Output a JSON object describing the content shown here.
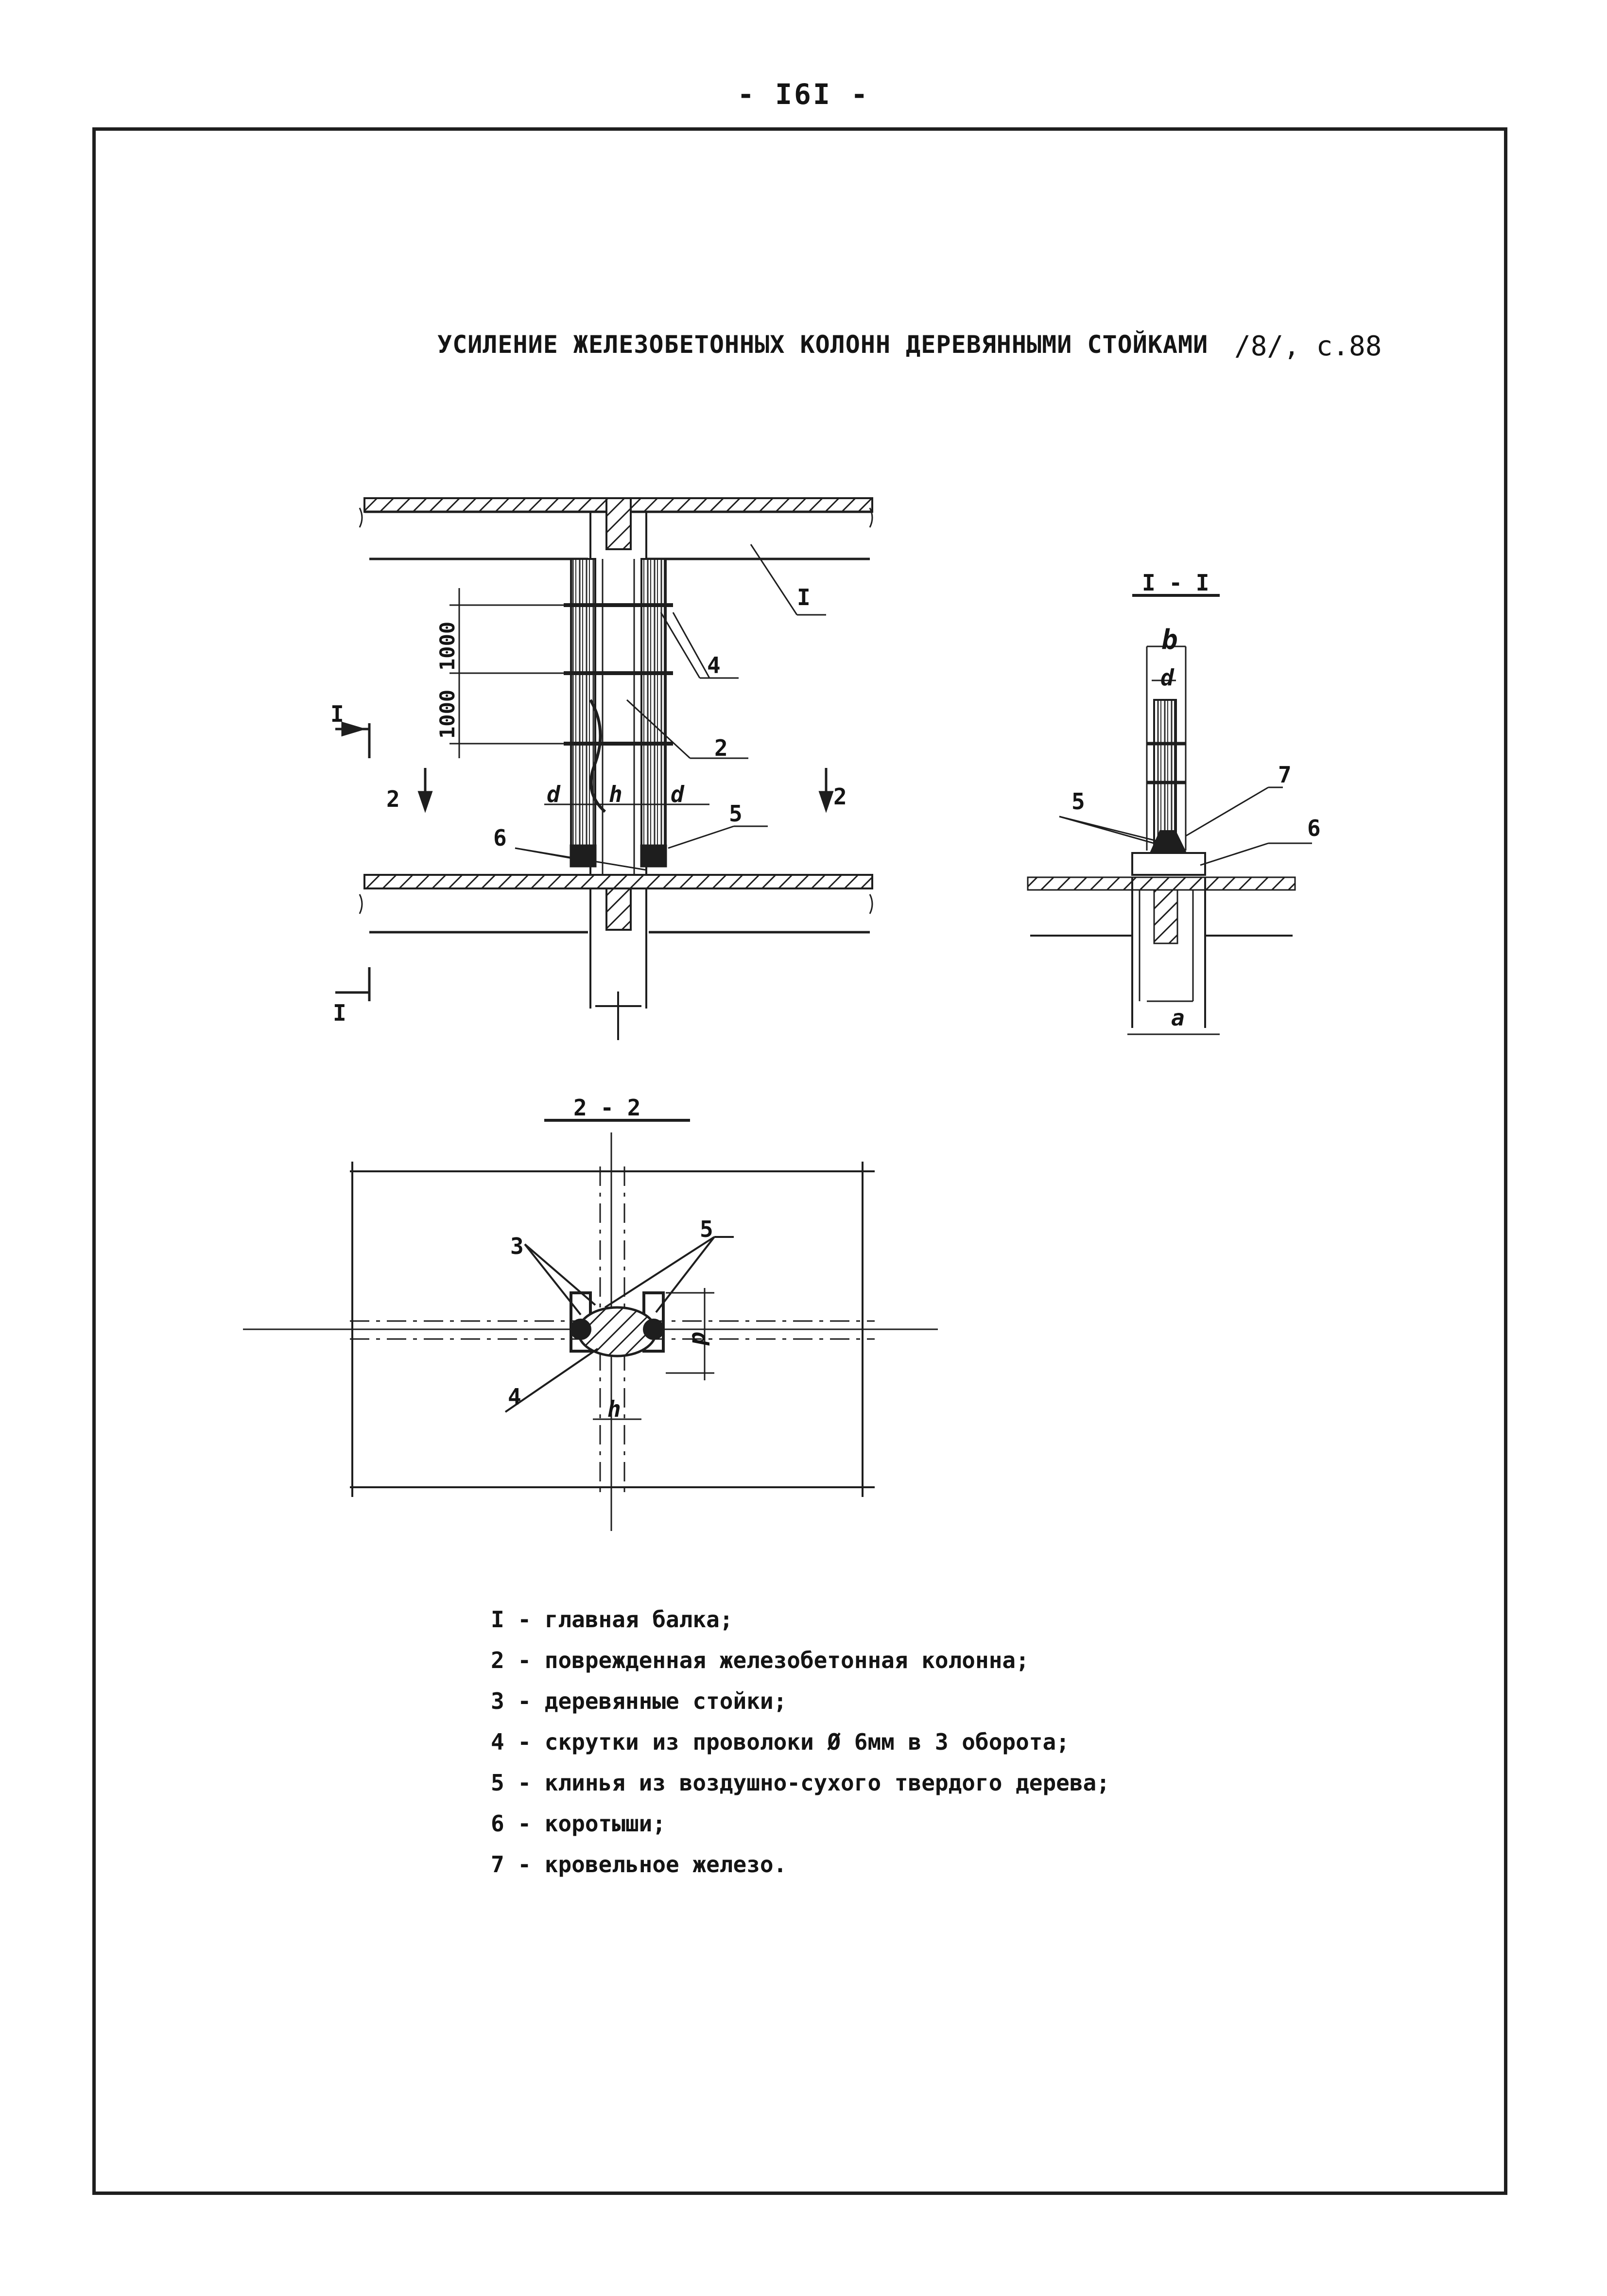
{
  "page_number": "- I6I -",
  "title": "УСИЛЕНИЕ ЖЕЛЕЗОБЕТОННЫХ КОЛОНН ДЕРЕВЯННЫМИ СТОЙКАМИ",
  "reference": "/8/, с.88",
  "sections": {
    "section_1_title": "I - I",
    "section_2_title": "2 - 2",
    "mark_1": "I",
    "mark_2": "2"
  },
  "dimensions": {
    "spacing_1": "1000",
    "spacing_2": "1000",
    "d": "d",
    "h": "h",
    "b": "b",
    "a": "a"
  },
  "callouts": [
    "I",
    "2",
    "3",
    "4",
    "5",
    "6",
    "7"
  ],
  "legend": [
    "I - главная балка;",
    "2 - поврежденная железобетонная колонна;",
    "3 - деревянные стойки;",
    "4 - скрутки из проволоки Ø 6мм в 3 оборота;",
    "5 - клинья из воздушно-сухого твердого дерева;",
    "6 - коротыши;",
    "7 - кровельное железо."
  ]
}
